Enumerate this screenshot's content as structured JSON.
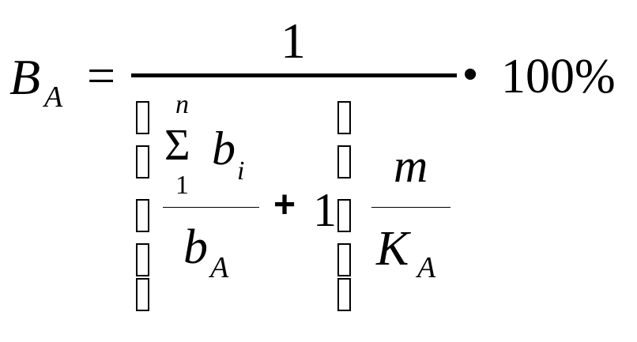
{
  "formula": {
    "lhs": {
      "symbol": "B",
      "subscript": "A",
      "equals": "="
    },
    "numerator": "1",
    "sum": {
      "symbol": "Σ",
      "upper": "n",
      "lower": "1",
      "term": "b",
      "term_sub": "i"
    },
    "inner_denominator": {
      "symbol": "b",
      "subscript": "A"
    },
    "plus": "+",
    "one": "1",
    "ratio": {
      "numerator": "m",
      "denominator": "K",
      "denominator_sub": "A"
    },
    "dot": "•",
    "multiplier": "100%"
  }
}
